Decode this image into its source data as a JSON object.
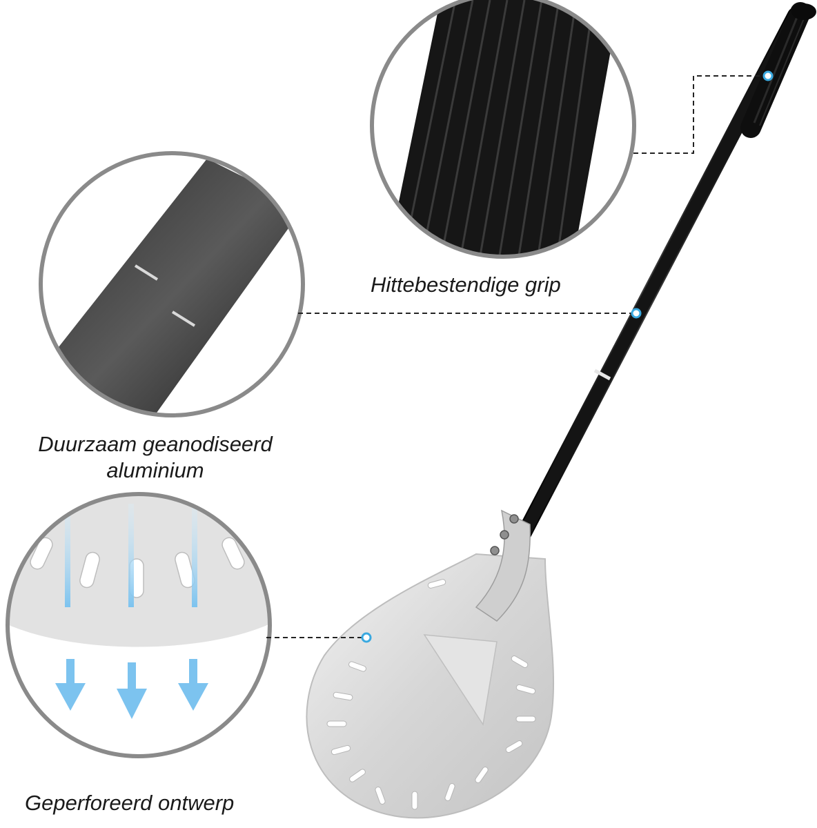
{
  "callouts": {
    "grip": {
      "label": "Hittebestendige grip"
    },
    "aluminium": {
      "label_line1": "Duurzaam geanodiseerd",
      "label_line2": "aluminium"
    },
    "perforated": {
      "label": "Geperforeerd ontwerp"
    }
  },
  "colors": {
    "background": "#ffffff",
    "handle": "#141414",
    "blade": "#d9d9d9",
    "circle_border": "#8a8a8a",
    "marker": "#3aa9e0",
    "airflow_arrow": "#7cc3ef"
  }
}
